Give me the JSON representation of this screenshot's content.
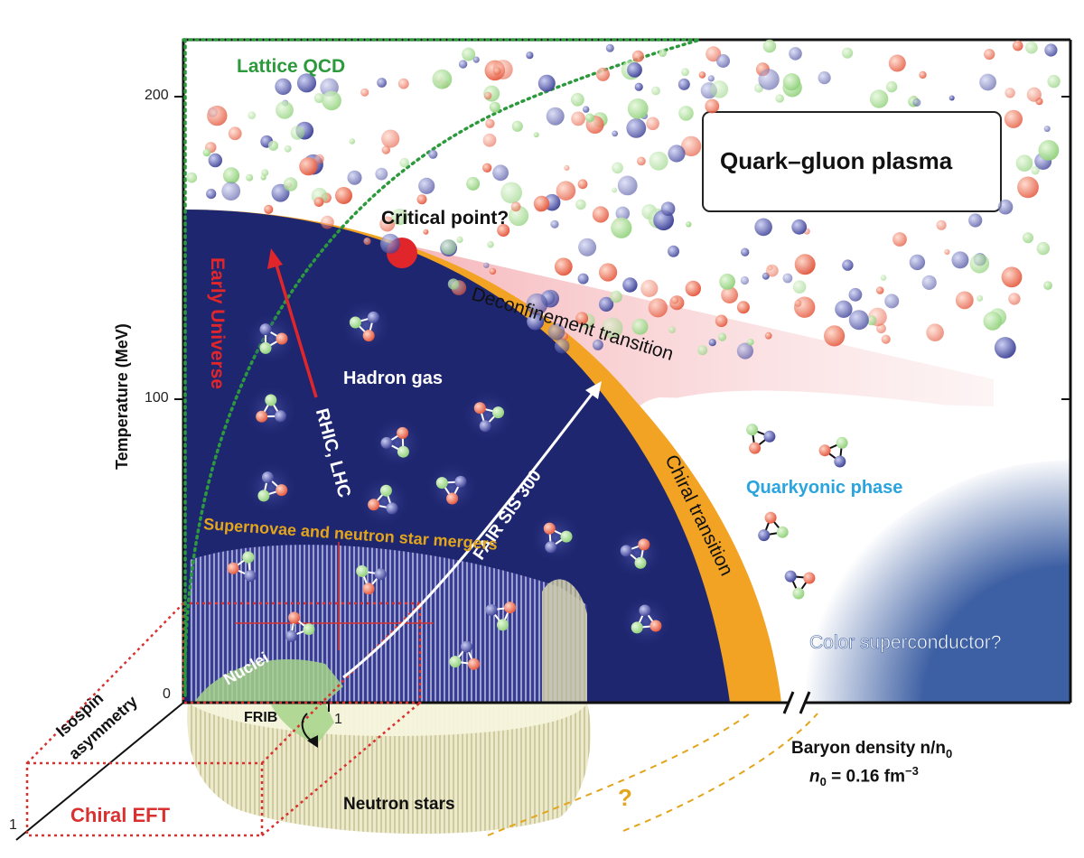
{
  "axes": {
    "y_label": "Temperature (MeV)",
    "y_ticks": [
      "200",
      "100",
      "0"
    ],
    "x_label_line1": "Baryon density n/n",
    "x_label_sub0": "0",
    "x_label_line2_a": "n",
    "x_label_line2_b": " = 0.16 fm",
    "x_label_line2_exp": "−3",
    "x_tick_one": "1",
    "depth_tick_one": "1",
    "depth_axis_label_1": "Isospin",
    "depth_axis_label_2": "asymmetry"
  },
  "regions": {
    "qgp": "Quark–gluon plasma",
    "hadron_gas": "Hadron gas",
    "quarkyonic": "Quarkyonic phase",
    "color_superconductor": "Color superconductor?",
    "nuclei": "Nuclei",
    "neutron_stars": "Neutron stars",
    "supernovae": "Supernovae and neutron star mergers",
    "chiral_eft": "Chiral EFT",
    "question_mark": "?"
  },
  "lines": {
    "lattice_qcd": "Lattice QCD",
    "early_universe": "Early Universe",
    "critical_point": "Critical point?",
    "deconfinement": "Deconfinement transition",
    "chiral_transition": "Chiral transition",
    "rhic_lhc": "RHIC, LHC",
    "fair": "FAIR SIS 300",
    "frib": "FRIB"
  },
  "colors": {
    "hadron_blue": "#1e2670",
    "chiral_orange": "#f2a324",
    "deconf_pink": "#f2b3b8",
    "lattice_green": "#2c9a3c",
    "early_red": "#e0262b",
    "quarkyonic_cyan": "#2aa4df",
    "supernova_gold": "#e3a51c",
    "eft_red": "#d9312f",
    "superconductor_blue": "#3d5fa3"
  }
}
